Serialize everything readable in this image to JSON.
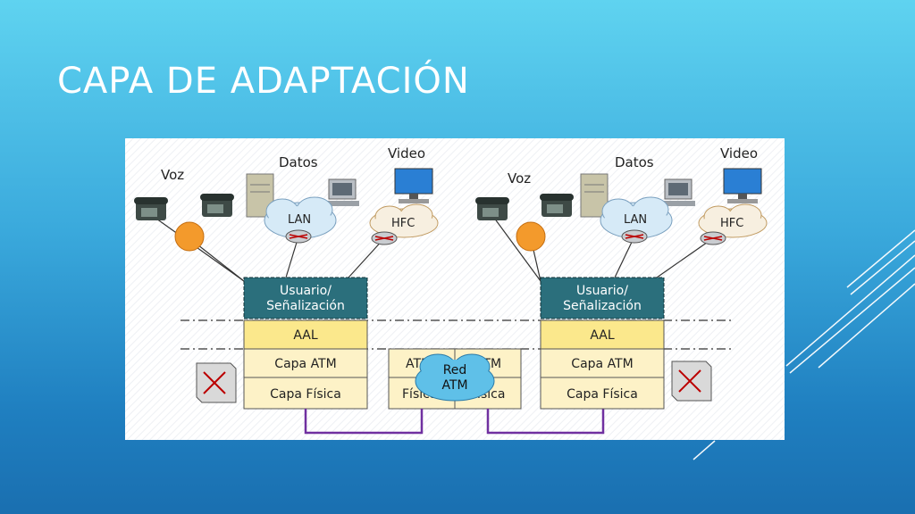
{
  "slide": {
    "title": "CAPA DE ADAPTACIÓN"
  },
  "diagram": {
    "left": {
      "voz": "Voz",
      "datos": "Datos",
      "video": "Video",
      "lan": "LAN",
      "hfc": "HFC",
      "usuario_line1": "Usuario/",
      "usuario_line2": "Señalización",
      "aal": "AAL",
      "capa_atm": "Capa ATM",
      "capa_fisica": "Capa Física"
    },
    "right": {
      "voz": "Voz",
      "datos": "Datos",
      "video": "Video",
      "lan": "LAN",
      "hfc": "HFC",
      "usuario_line1": "Usuario/",
      "usuario_line2": "Señalización",
      "aal": "AAL",
      "capa_atm": "Capa ATM",
      "capa_fisica": "Capa Física"
    },
    "middle": {
      "atm_left": "ATM",
      "fisica_left": "Física",
      "atm_right": "ATM",
      "fisica_right": "Física",
      "red_line1": "Red",
      "red_line2": "ATM"
    },
    "colors": {
      "usuario_box": "#2b6f7c",
      "layer_yellow": "#fbe88c",
      "layer_cream": "#fdf2c7",
      "cloud": "#d6eaf7",
      "red_cloud": "#5fc0e8",
      "voice_node": "#f39a2c",
      "link_purple": "#7030a0"
    }
  }
}
